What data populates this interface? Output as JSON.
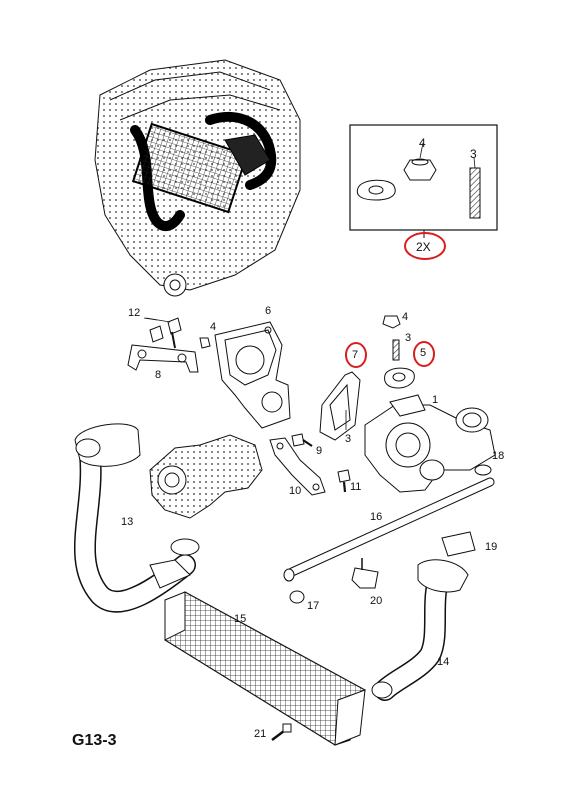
{
  "page_code": "G13-3",
  "inset": {
    "multiplier": "2X",
    "callouts": [
      "4",
      "3"
    ]
  },
  "callouts": {
    "c1": "1",
    "c3a": "3",
    "c3b": "3",
    "c4a": "4",
    "c4b": "4",
    "c5": "5",
    "c6": "6",
    "c7": "7",
    "c8": "8",
    "c9": "9",
    "c10": "10",
    "c11": "11",
    "c12": "12",
    "c13": "13",
    "c14": "14",
    "c15": "15",
    "c16": "16",
    "c17": "17",
    "c18": "18",
    "c19": "19",
    "c20": "20",
    "c21": "21"
  },
  "colors": {
    "line": "#111111",
    "highlight": "#d62020",
    "hatch": "#444444"
  }
}
